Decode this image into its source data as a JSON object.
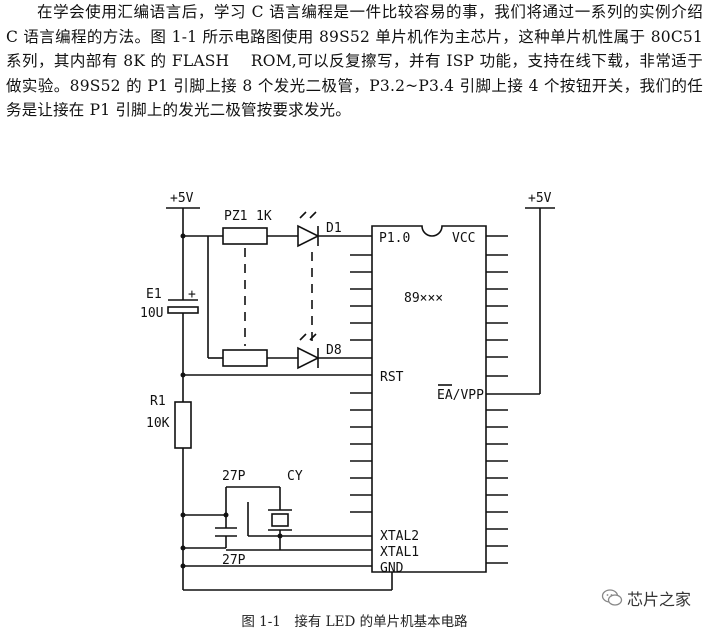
{
  "text": {
    "paragraph": "在学会使用汇编语言后，学习 C 语言编程是一件比较容易的事，我们将通过一系列的实例介绍 C 语言编程的方法。图 1-1 所示电路图使用 89S52 单片机作为主芯片，这种单片机性属于 80C51 系列，其内部有 8K 的 FLASH　 ROM,可以反复擦写，并有 ISP 功能，支持在线下载，非常适于做实验。89S52 的 P1 引脚上接 8 个发光二极管，P3.2~P3.4 引脚上接 4 个按钮开关，我们的任务是让接在 P1 引脚上的发光二极管按要求发光。"
  },
  "circuit": {
    "vcc_left": "+5V",
    "vcc_right": "+5V",
    "resistor_array": "PZ1",
    "resistor_value": "1K",
    "led_top": "D1",
    "led_bottom": "D8",
    "cap_e1": "E1",
    "cap_e1_value": "10U",
    "cap_plus": "+",
    "r1": "R1",
    "r1_value": "10K",
    "cap_top": "27P",
    "cap_bottom": "27P",
    "crystal": "CY",
    "chip": "89×××",
    "pin_p10": "P1.0",
    "pin_vcc": "VCC",
    "pin_rst": "RST",
    "pin_ea": "EA/VPP",
    "pin_xtal2": "XTAL2",
    "pin_xtal1": "XTAL1",
    "pin_gnd": "GND"
  },
  "caption": "图 1-1　接有 LED 的单片机基本电路",
  "watermark": "芯片之家"
}
